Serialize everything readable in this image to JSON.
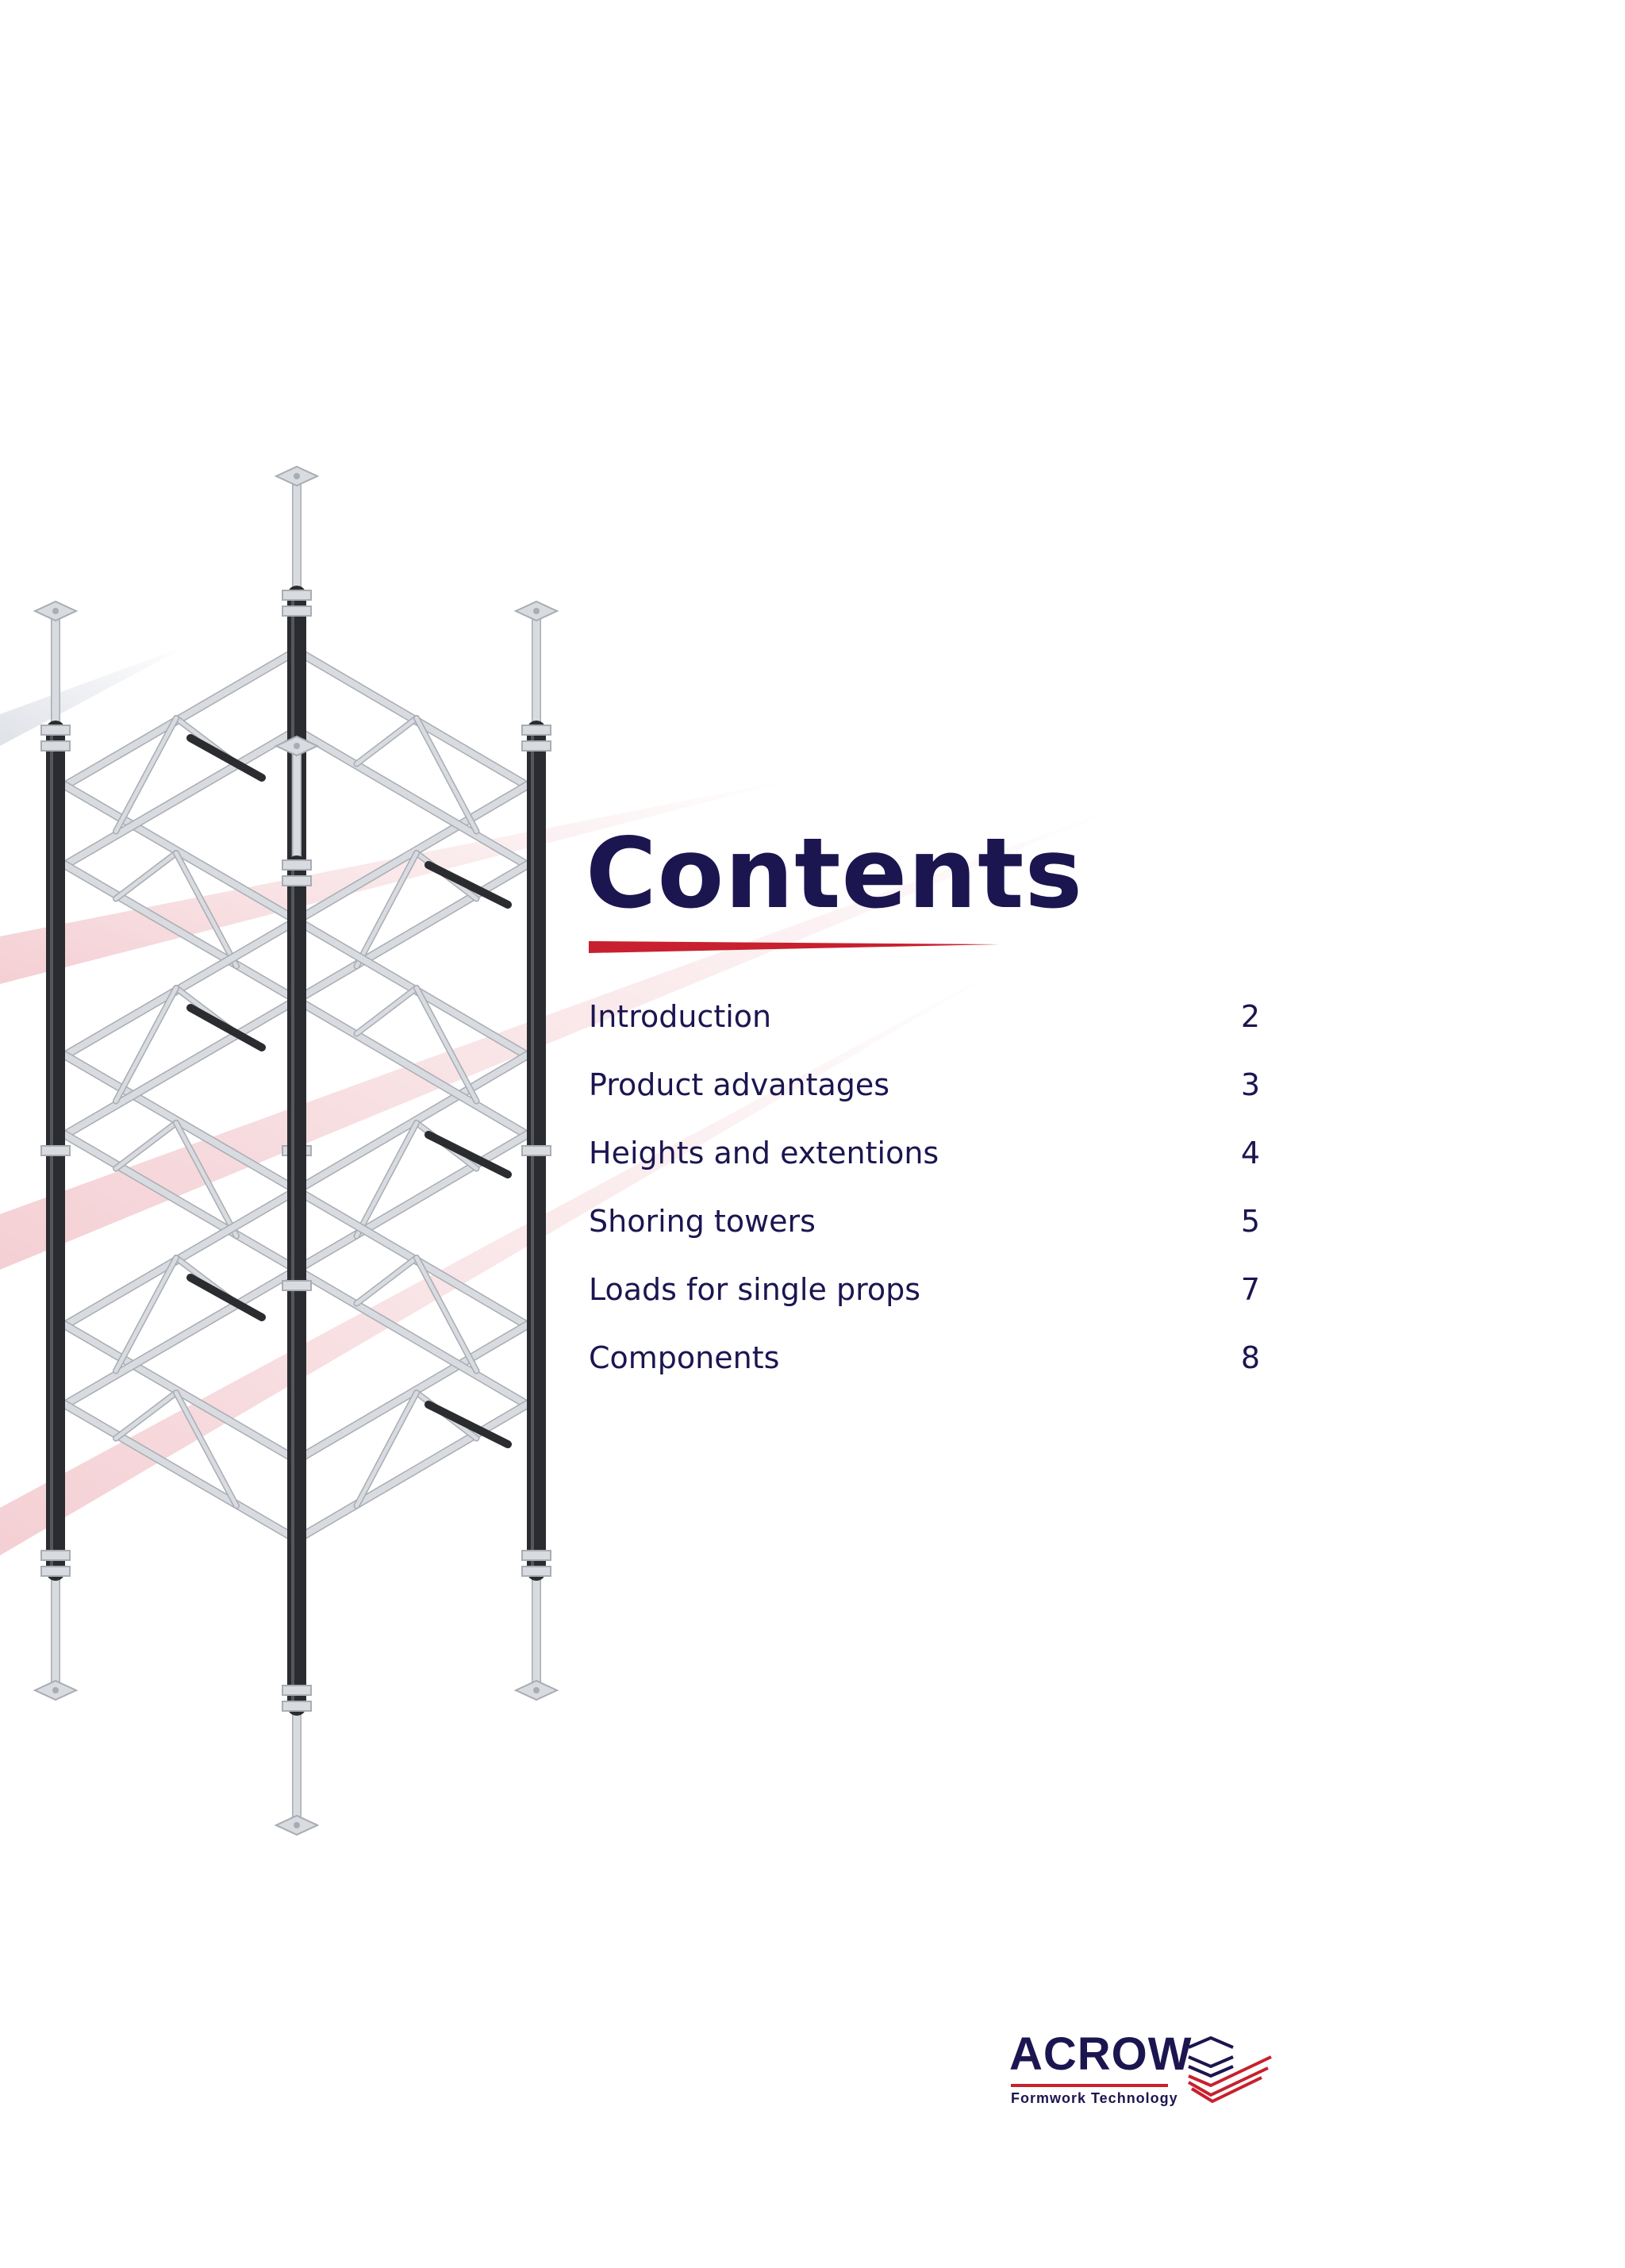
{
  "colors": {
    "title": "#1b1650",
    "text": "#1b1650",
    "accent_red": "#c8202e",
    "logo_navy": "#1b1650",
    "pipe_light": "#d8dbe0",
    "pipe_mid": "#a9adb3",
    "post_dark": "#2b2c30"
  },
  "title": "Contents",
  "toc": [
    {
      "label": "Introduction",
      "page": "2"
    },
    {
      "label": "Product advantages",
      "page": "3"
    },
    {
      "label": "Heights and extentions",
      "page": "4"
    },
    {
      "label": "Shoring towers",
      "page": "5"
    },
    {
      "label": "Loads for single props",
      "page": "7"
    },
    {
      "label": "Components",
      "page": "8"
    }
  ],
  "logo": {
    "wordmark": "ACROW",
    "tagline": "Formwork Technology",
    "mark_icon": "layered-chevron-icon"
  },
  "illustration_icon": "shoring-tower-icon"
}
